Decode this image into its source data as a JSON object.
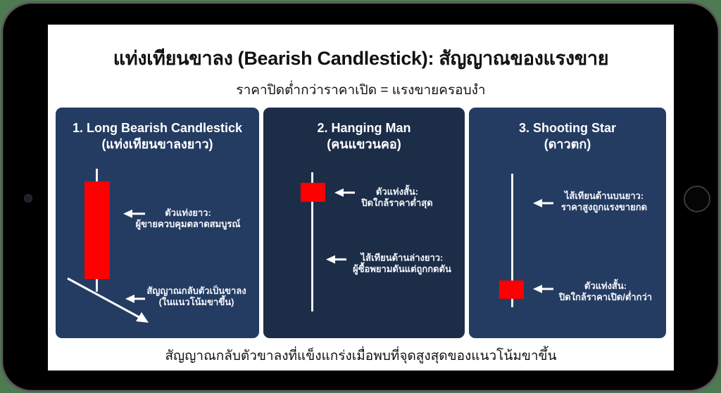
{
  "header": {
    "title": "แท่งเทียนขาลง (Bearish Candlestick): สัญญาณของแรงขาย",
    "subtitle": "ราคาปิดต่ำกว่าราคาเปิด = แรงขายครอบงำ"
  },
  "panels": [
    {
      "title_en": "1. Long Bearish Candlestick",
      "title_th": "(แท่งเทียนขาลงยาว)",
      "annotations": [
        {
          "line1": "ตัวแท่งยาว:",
          "line2": "ผู้ขายควบคุมตลาดสมบูรณ์"
        },
        {
          "line1": "สัญญาณกลับตัวเป็นขาลง",
          "line2": "(ในแนวโน้มขาขึ้น)"
        }
      ]
    },
    {
      "title_en": "2. Hanging Man",
      "title_th": "(คนแขวนคอ)",
      "annotations": [
        {
          "line1": "ตัวแท่งสั้น:",
          "line2": "ปิดใกล้ราคาต่ำสุด"
        },
        {
          "line1": "ไส้เทียนด้านล่างยาว:",
          "line2": "ผู้ซื้อพยามดันแต่ถูกกดดัน"
        }
      ]
    },
    {
      "title_en": "3. Shooting Star",
      "title_th": "(ดาวตก)",
      "annotations": [
        {
          "line1": "ไส้เทียนด้านบนยาว:",
          "line2": "ราคาสูงถูกแรงขายกด"
        },
        {
          "line1": "ตัวแท่งสั้น:",
          "line2": "ปิดใกล้ราคาเปิด/ต่ำกว่า"
        }
      ]
    }
  ],
  "footer": {
    "text": "สัญญาณกลับตัวขาลงที่แข็งแกร่งเมื่อพบที่จุดสูงสุดของแนวโน้มขาขึ้น"
  },
  "colors": {
    "panel_bg": "#243c62",
    "panel_bg_dark": "#1c2d48",
    "candle_body": "#ff0000",
    "wick": "#f2f2f2",
    "text_light": "#ffffff",
    "text_dark": "#111111"
  }
}
